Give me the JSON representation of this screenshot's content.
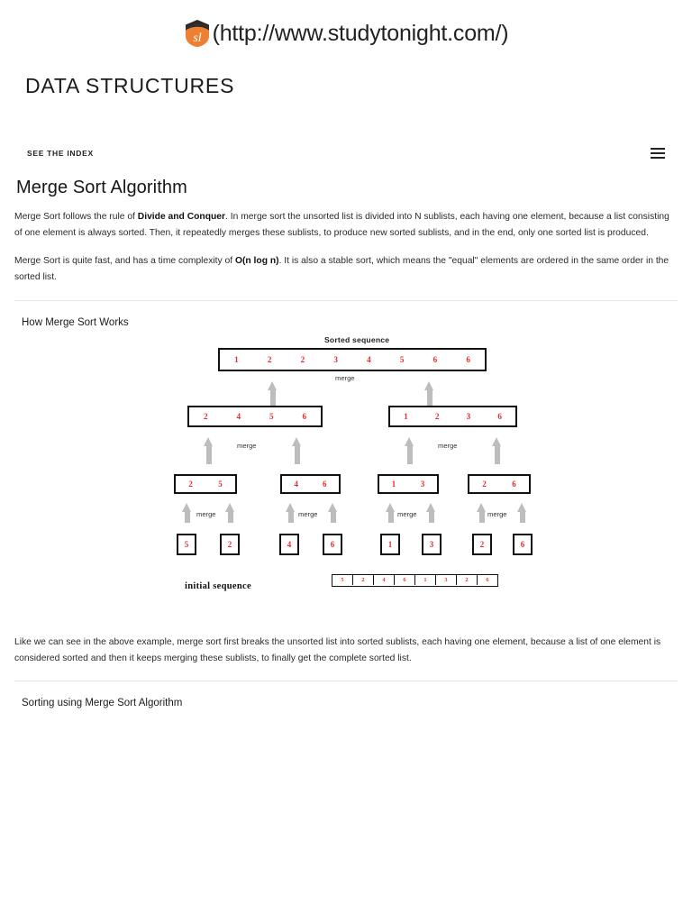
{
  "site": {
    "logo_icon": "studytonight-shield-logo",
    "url_text": "(http://www.studytonight.com/)",
    "brand_color": "#ef8033"
  },
  "course": {
    "title": "DATA STRUCTURES"
  },
  "index_bar": {
    "see_index_label": "SEE THE INDEX",
    "menu_icon": "hamburger-menu-icon"
  },
  "article": {
    "title": "Merge Sort Algorithm",
    "paragraph1_part1": "Merge Sort follows the rule of ",
    "paragraph1_bold": "Divide and Conquer",
    "paragraph1_part2": ". In merge sort the unsorted list is divided into N sublists, each having one element, because a list consisting of one element is always sorted. Then, it repeatedly merges these sublists, to produce new sorted sublists, and in the end, only one sorted list is produced.",
    "paragraph2_part1": "Merge Sort is quite fast, and has a time complexity of ",
    "paragraph2_bold": "O(n log n)",
    "paragraph2_part2": ". It is also a stable sort, which means the \"equal\" elements are ordered in the same order in the sorted list.",
    "section_how": "How Merge Sort Works",
    "paragraph3": "Like we can see in the above example, merge sort first breaks the unsorted list into sorted sublists, each having one element, because a list of one element is considered sorted and then it keeps merging these sublists, to finally get the complete sorted list.",
    "section_sorting": "Sorting using Merge Sort Algorithm"
  },
  "figure": {
    "sorted_label": "Sorted sequence",
    "initial_label": "initial sequence",
    "merge_label": "merge",
    "value_color": "#ee2b2b",
    "arrow_color": "#bdbdbd",
    "level0": [
      1,
      2,
      2,
      3,
      4,
      5,
      6,
      6
    ],
    "level1": [
      [
        2,
        4,
        5,
        6
      ],
      [
        1,
        2,
        3,
        6
      ]
    ],
    "level2": [
      [
        2,
        5
      ],
      [
        4,
        6
      ],
      [
        1,
        3
      ],
      [
        2,
        6
      ]
    ],
    "level3": [
      5,
      2,
      4,
      6,
      1,
      3,
      2,
      6
    ],
    "initial_sequence": [
      5,
      2,
      4,
      6,
      1,
      3,
      2,
      6
    ],
    "merge_labels": [
      "merge",
      "merge",
      "merge",
      "merge",
      "merge",
      "merge",
      "merge"
    ]
  }
}
